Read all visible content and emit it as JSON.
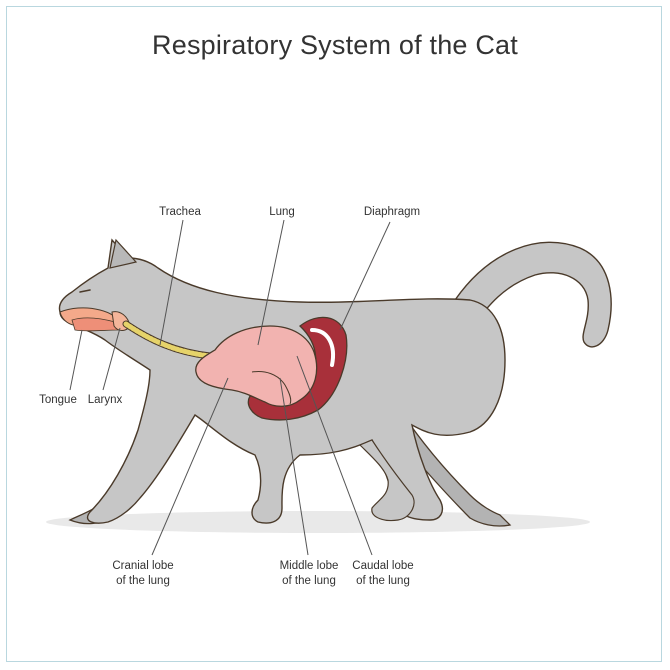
{
  "title": "Respiratory System of the Cat",
  "labels": {
    "trachea": "Trachea",
    "lung": "Lung",
    "diaphragm": "Diaphragm",
    "tongue": "Tongue",
    "larynx": "Larynx",
    "cranial_lobe": [
      "Cranial lobe",
      "of the lung"
    ],
    "middle_lobe": [
      "Middle lobe",
      "of the lung"
    ],
    "caudal_lobe": [
      "Caudal lobe",
      "of the lung"
    ]
  },
  "colors": {
    "body": "#c6c6c6",
    "outline": "#4a3a2a",
    "lung": "#f2b3b0",
    "diaphragm": "#a8303a",
    "trachea": "#e6d36a",
    "mouth": "#f4a98a",
    "frame": "#b9d7df"
  }
}
